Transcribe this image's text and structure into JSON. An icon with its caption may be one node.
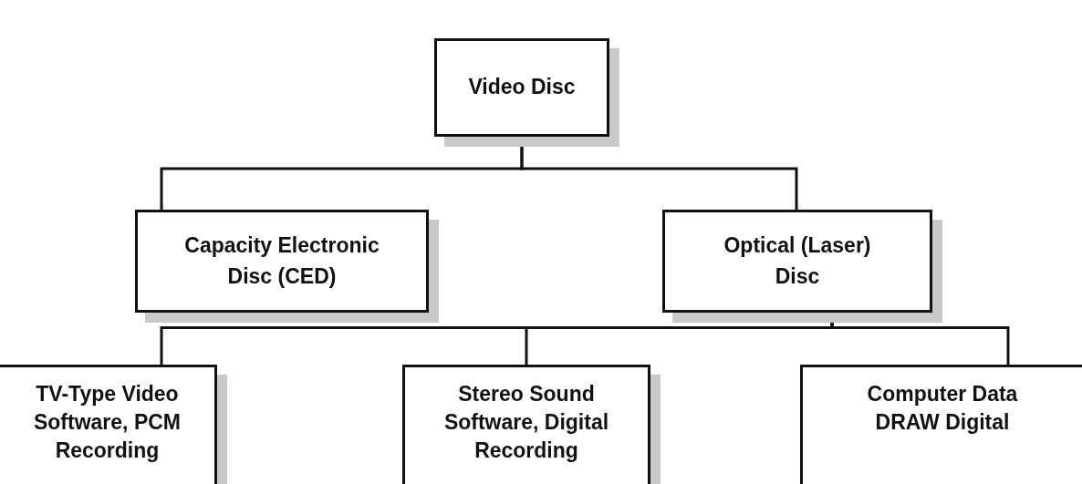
{
  "diagram": {
    "nodes": [
      {
        "text": [
          "Video Disc"
        ]
      },
      {
        "text": [
          "Capacity Electronic Disc (CED)"
        ]
      },
      {
        "text": [
          "Optical (Laser) Disc"
        ]
      },
      {
        "text": [
          "TV-Type Video Software, PCM Recording"
        ]
      },
      {
        "text": [
          "Stereo Sound Software, Digital Recording"
        ]
      },
      {
        "text": [
          "Computer Data DRAW Digital"
        ]
      }
    ],
    "edges": [
      {
        "from": 0,
        "to": 1,
        "arrow": "none"
      },
      {
        "from": 0,
        "to": 2,
        "arrow": "none"
      },
      {
        "from": 2,
        "to": 3,
        "arrow": "none"
      },
      {
        "from": 2,
        "to": 4,
        "arrow": "none"
      },
      {
        "from": 2,
        "to": 5,
        "arrow": "none"
      }
    ]
  }
}
